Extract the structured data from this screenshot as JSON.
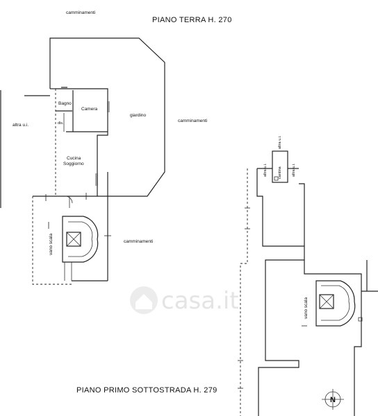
{
  "titles": {
    "ground_floor": "PIANO TERRA H. 270",
    "basement_floor": "PIANO PRIMO SOTTOSTRADA H. 279"
  },
  "labels": {
    "camminamenti": "camminamenti",
    "bagno": "Bagno",
    "camera": "Camera",
    "giardino": "giardino",
    "dis": "dis.",
    "cucina": "Cucina",
    "soggiorno": "Soggiorno",
    "altra_ui": "altra u.i.",
    "vano_scala": "vano scala",
    "cantina": "cantina"
  },
  "compass": {
    "letter": "N"
  },
  "watermark": {
    "text": "casa.it"
  },
  "colors": {
    "line": "#222222",
    "watermark": "#e4e4e4",
    "background": "#ffffff"
  }
}
